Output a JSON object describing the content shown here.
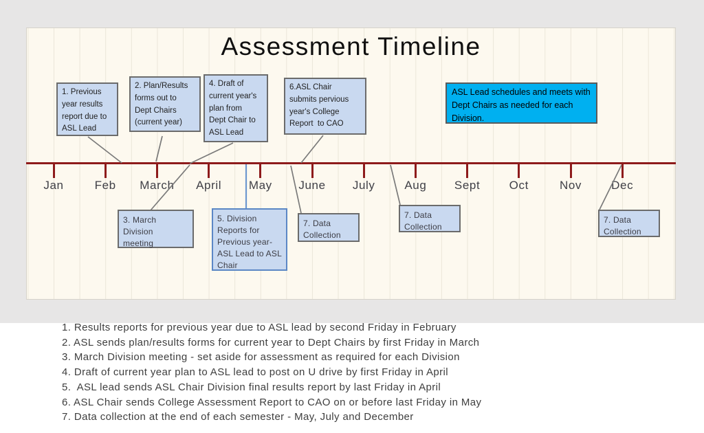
{
  "title": "Assessment Timeline",
  "timeline": {
    "months": [
      "Jan",
      "Feb",
      "March",
      "April",
      "May",
      "June",
      "July",
      "Aug",
      "Sept",
      "Oct",
      "Nov",
      "Dec"
    ]
  },
  "callouts": {
    "c1": {
      "text": "1. Previous\nyear results\nreport due to\nASL Lead"
    },
    "c2": {
      "text": "2. Plan/Results\nforms out to\nDept Chairs\n(current year)"
    },
    "c4": {
      "text": "4. Draft of\ncurrent year's\nplan from\nDept Chair to\nASL Lead"
    },
    "c6": {
      "text": "6.ASL Chair\nsubmits pervious\nyear's College\nReport  to CAO"
    },
    "note": {
      "text": "ASL Lead schedules and meets with\nDept Chairs as needed for each\nDivision."
    },
    "c3": {
      "text": "3. March Division\nmeeting"
    },
    "c5": {
      "text": "5. Division\nReports for\nPrevious year-\nASL Lead to ASL\nChair"
    },
    "c7a": {
      "text": "7. Data\nCollection"
    },
    "c7b": {
      "text": "7. Data\nCollection"
    },
    "c7c": {
      "text": "7. Data\nCollection"
    }
  },
  "footnotes": [
    "1. Results reports for previous year due to ASL lead by second Friday in February",
    "2. ASL sends plan/results forms for current year to Dept Chairs by first Friday in March",
    "3. March Division meeting - set aside for assessment as required for each Division",
    "4. Draft of current year plan to ASL lead to post on U drive by first Friday in April",
    "5.  ASL lead sends ASL Chair Division final results report by last Friday in April",
    "6. ASL Chair sends College Assessment Report to CAO on or before last Friday in May",
    "7. Data collection at the end of each semester - May, July and December"
  ],
  "colors": {
    "timeline_red": "#8e1b1b",
    "callout_fill": "#c9d9f0",
    "callout_border_gray": "#6b6b6b",
    "callout_border_blue": "#5b87c5",
    "highlight_cyan": "#00b0f0",
    "connector_gray": "#7a7a7a",
    "connector_blue": "#6d98cf",
    "slide_background": "#e7e6e6",
    "panel_background": "#fdf9ef"
  }
}
